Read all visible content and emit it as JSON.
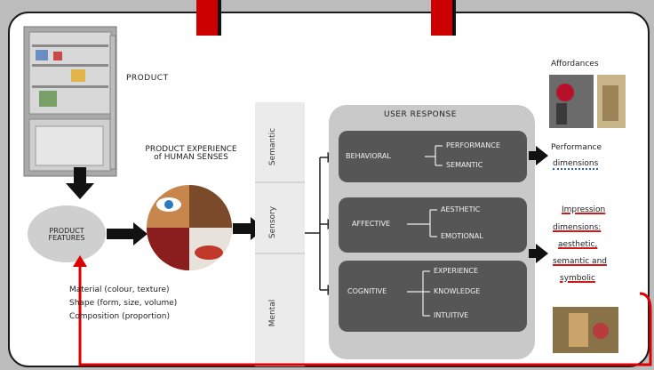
{
  "product_label": "PRODUCT",
  "product_features": "PRODUCT FEATURES",
  "product_experience": "PRODUCT EXPERIENCE of HUMAN SENSES",
  "features_list": [
    "Material (colour, texture)",
    "Shape (form, size, volume)",
    "Composition (proportion)"
  ],
  "vertical_labels": {
    "semantic": "Semantic",
    "sensory": "Sensory",
    "mental": "Mental"
  },
  "user_response": {
    "title": "USER RESPONSE",
    "behavioral": {
      "label": "BEHAVIORAL",
      "items": [
        "PERFORMANCE",
        "SEMANTIC"
      ]
    },
    "affective": {
      "label": "AFFECTIVE",
      "items": [
        "AESTHETIC",
        "EMOTIONAL"
      ]
    },
    "cognitive": {
      "label": "COGNITIVE",
      "items": [
        "EXPERIENCE",
        "KNOWLEDGE",
        "INTUITIVE"
      ]
    }
  },
  "right_column": {
    "affordances": "Affordances",
    "performance_dimensions": [
      "Performance",
      "dimensions"
    ],
    "impression_dimensions": [
      "Impression",
      "dimensions:",
      "aesthetic,",
      "semantic and",
      "symbolic"
    ]
  },
  "colors": {
    "frame": "#ffffff",
    "dark_box": "#565656",
    "panel": "#c9c9c9",
    "accent_red": "#cc0000",
    "blue_underline": "#2a5fd0"
  }
}
